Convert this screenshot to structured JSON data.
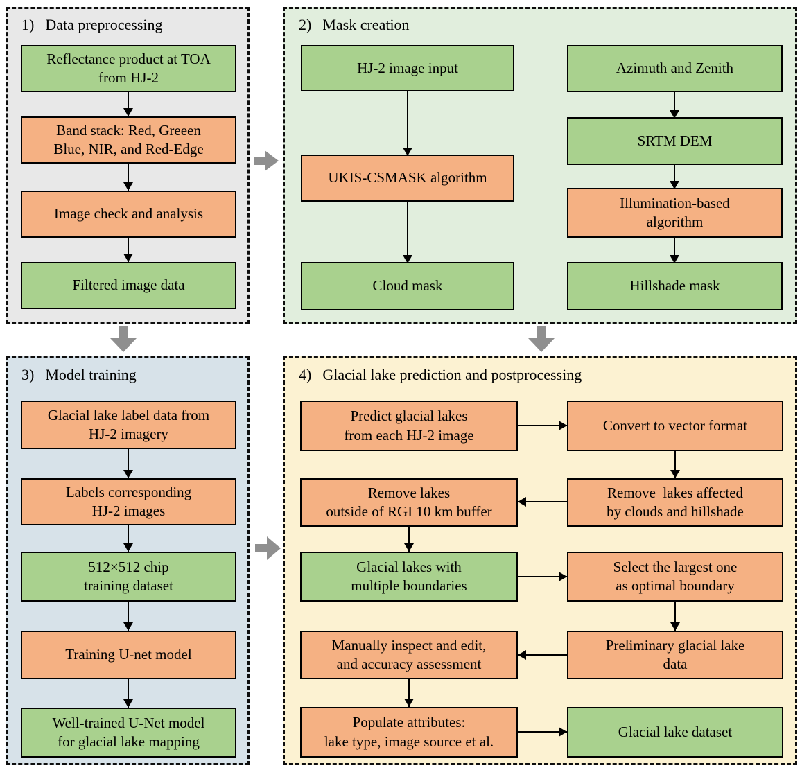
{
  "colors": {
    "box_green": "#a9d18e",
    "box_orange": "#f5b183",
    "panel_preprocessing_bg": "#e8e8e8",
    "panel_mask_bg": "#e1eedd",
    "panel_training_bg": "#d7e2e9",
    "panel_prediction_bg": "#fcf2d2",
    "connector_gray": "#8f8f8f",
    "line_black": "#000000"
  },
  "panels": {
    "preprocessing": {
      "number": "1)",
      "title": "Data preprocessing",
      "boxes": {
        "reflectance": "Reflectance product at TOA\nfrom HJ-2",
        "band_stack": "Band stack: Red, Greeen\nBlue, NIR, and Red-Edge",
        "image_check": "Image check and analysis",
        "filtered": "Filtered image data"
      }
    },
    "mask": {
      "number": "2)",
      "title": "Mask creation",
      "boxes": {
        "hj2_input": "HJ-2 image input",
        "ukis": "UKIS-CSMASK algorithm",
        "cloud_mask": "Cloud mask",
        "azimuth": "Azimuth and Zenith",
        "srtm": "SRTM DEM",
        "illumination": "Illumination-based\nalgorithm",
        "hillshade_mask": "Hillshade mask"
      }
    },
    "training": {
      "number": "3)",
      "title": "Model training",
      "boxes": {
        "label_data": "Glacial lake label data from\nHJ-2 imagery",
        "labels_corresponding": "Labels corresponding\nHJ-2 images",
        "chip_dataset": "512×512 chip\ntraining dataset",
        "training_unet": "Training U-net model",
        "well_trained": "Well-trained U-Net model\nfor glacial lake mapping"
      }
    },
    "prediction": {
      "number": "4)",
      "title": "Glacial lake prediction and postprocessing",
      "boxes": {
        "predict": "Predict glacial lakes\nfrom each HJ-2 image",
        "convert": "Convert to vector format",
        "remove_outside": "Remove lakes\noutside of RGI 10 km buffer",
        "remove_affected": "Remove  lakes affected\nby clouds and hillshade",
        "multiple_boundaries": "Glacial lakes with\nmultiple boundaries",
        "select_largest": "Select the largest one\nas optimal boundary",
        "inspect": "Manually inspect and edit,\nand accuracy assessment",
        "preliminary": "Preliminary glacial lake\ndata",
        "populate": "Populate attributes:\nlake type, image source et al.",
        "dataset": "Glacial lake dataset"
      }
    }
  }
}
